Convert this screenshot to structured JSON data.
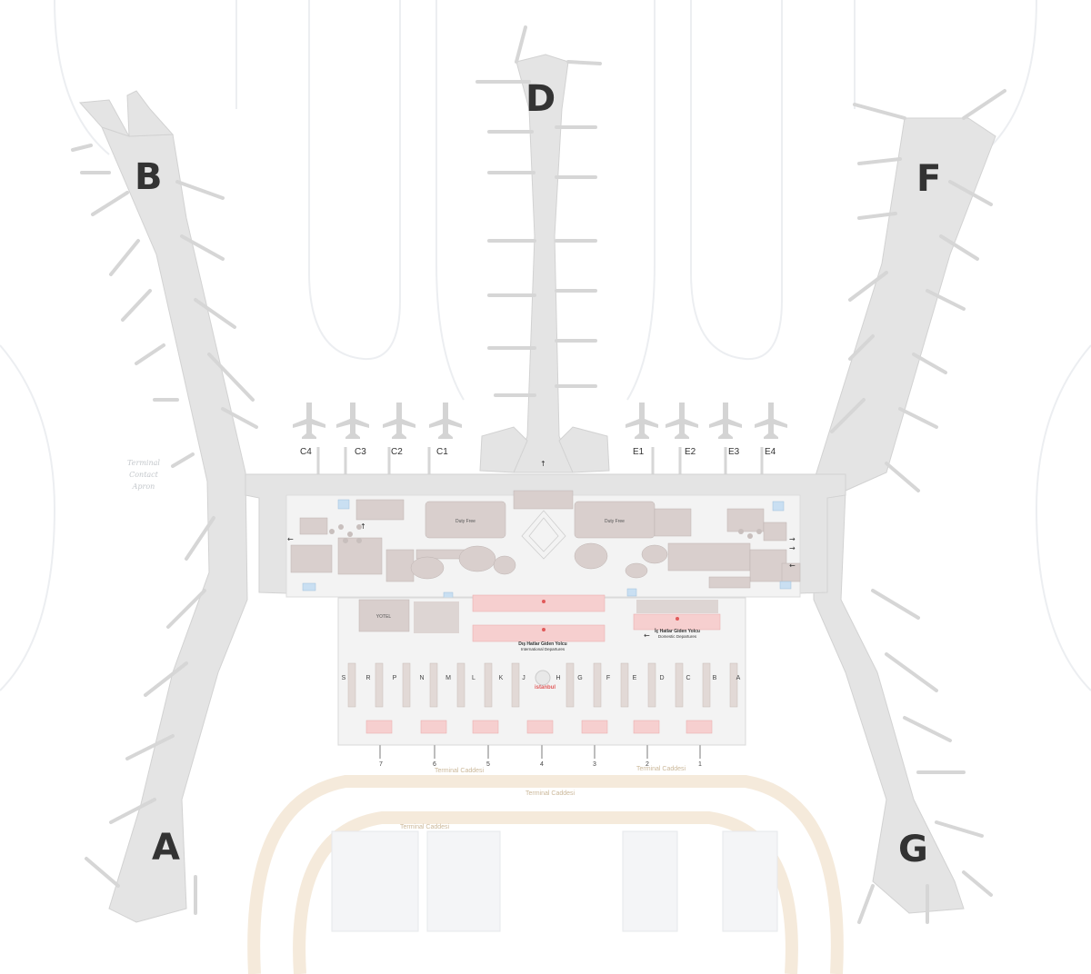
{
  "piers": {
    "a": "A",
    "b": "B",
    "d": "D",
    "f": "F",
    "g": "G"
  },
  "gates": {
    "c4": "C4",
    "c3": "C3",
    "c2": "C2",
    "c1": "C1",
    "e1": "E1",
    "e2": "E2",
    "e3": "E3",
    "e4": "E4"
  },
  "apron_label": [
    "Terminal",
    "Contact",
    "Apron"
  ],
  "road_label": "Terminal Caddesi",
  "checkin_rows": [
    "S",
    "R",
    "P",
    "N",
    "M",
    "L",
    "K",
    "J",
    "H",
    "G",
    "F",
    "E",
    "D",
    "C",
    "B",
    "A"
  ],
  "entrances": [
    "7",
    "6",
    "5",
    "4",
    "3",
    "2",
    "1"
  ],
  "international_departures": {
    "tr": "Dış Hatlar Giden Yolcu",
    "en": "International Departures"
  },
  "domestic_departures": {
    "tr": "İç Hatlar Giden Yolcu",
    "en": "Domestic Departures"
  },
  "duty_free_left": "Duty Free",
  "duty_free_right": "Duty Free",
  "yotel": "YOTEL",
  "brand": "istanbul",
  "colors": {
    "pier": "#e4e4e4",
    "pier_edge": "#d8d8d8",
    "shop": "#d9cfcd",
    "security": "#f6cfcf",
    "accent": "#e05a5a",
    "taxiway": "#eef0f2"
  }
}
